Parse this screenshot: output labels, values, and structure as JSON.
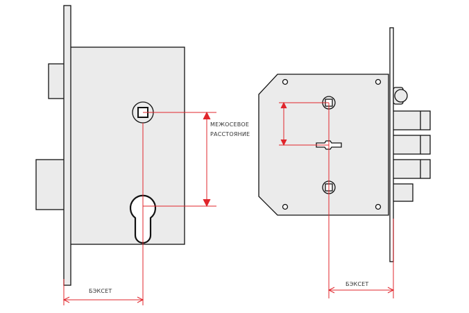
{
  "labels": {
    "center_distance_line1": "МЕЖОСЕВОЕ",
    "center_distance_line2": "РАССТОЯНИЕ",
    "backset_left": "БЭКСЕТ",
    "backset_right": "БЭКСЕТ"
  },
  "colors": {
    "outline": "#111111",
    "body_fill": "#ebebeb",
    "dimension": "#e0252b",
    "text": "#333333"
  }
}
